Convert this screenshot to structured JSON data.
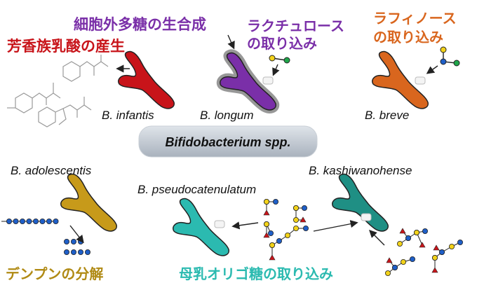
{
  "title": "Bifidobacterium spp.",
  "colors": {
    "infantis": "#c8141a",
    "longum": "#7a2fa8",
    "breve": "#d9661e",
    "adolescentis": "#c79a1a",
    "pseudocatenulatum": "#2bbab0",
    "kashiwanohense": "#1f8f84",
    "glc_blue": "#1f5fc8",
    "gal_yellow": "#f2d21a",
    "fuc_red": "#c8141a",
    "fru_green": "#1fa64a"
  },
  "functions": {
    "eps": "細胞外多糖の生合成",
    "aromatic": "芳香族乳酸の産生",
    "lactulose_1": "ラクチュロース",
    "lactulose_2": "の取り込み",
    "raffinose_1": "ラフィノース",
    "raffinose_2": "の取り込み",
    "starch": "デンプンの分解",
    "hmo": "母乳オリゴ糖の取り込み"
  },
  "species": {
    "infantis": "B. infantis",
    "longum": "B. longum",
    "breve": "B. breve",
    "adolescentis": "B. adolescentis",
    "pseudocatenulatum": "B. pseudocatenulatum",
    "kashiwanohense": "B. kashiwanohense"
  }
}
